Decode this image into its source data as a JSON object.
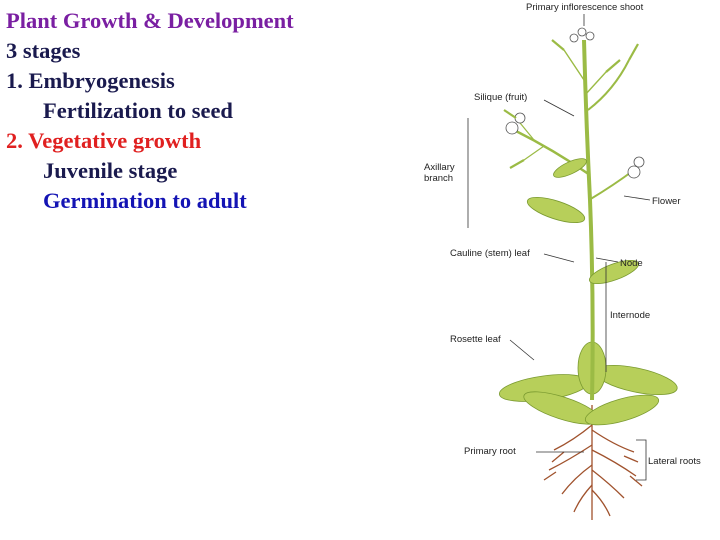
{
  "slide": {
    "title": "Plant Growth & Development",
    "stages_heading": "3 stages",
    "item1": "1.  Embryogenesis",
    "item1_sub": "Fertilization to seed",
    "item2": "2. Vegetative growth",
    "item2_sub1": "Juvenile stage",
    "item2_sub2": "Germination to adult"
  },
  "colors": {
    "title": "#7a1fa2",
    "heading": "#1a1a4e",
    "stage_label": "#e02020",
    "detail": "#1414b4",
    "leaf": "#b7cf5a",
    "stem": "#9bbb45",
    "root": "#a0522d"
  },
  "diagram": {
    "labels": {
      "primary_shoot": "Primary inflorescence shoot",
      "silique": "Silique (fruit)",
      "axillary": "Axillary branch",
      "flower": "Flower",
      "cauline": "Cauline (stem) leaf",
      "node": "Node",
      "internode": "Internode",
      "rosette": "Rosette leaf",
      "primary_root": "Primary root",
      "lateral_roots": "Lateral roots"
    }
  }
}
